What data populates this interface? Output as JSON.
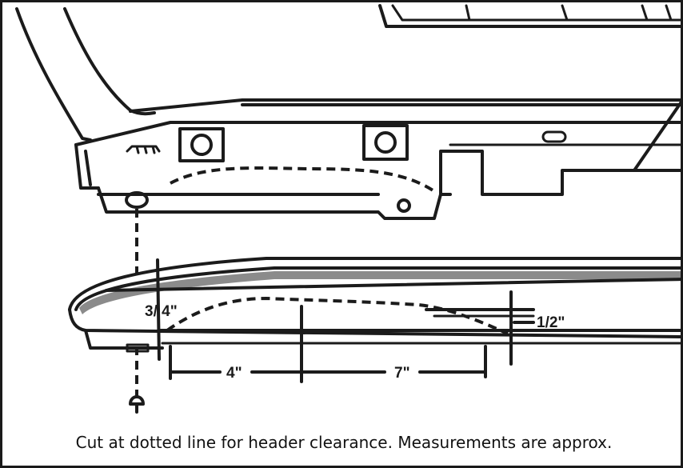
{
  "caption": "Cut at dotted line for header clearance. Measurements are approx.",
  "dimensions": {
    "gap_left": "3/ 4\"",
    "gap_right": "1/2\"",
    "length_first": "4\"",
    "length_second": "7\""
  }
}
